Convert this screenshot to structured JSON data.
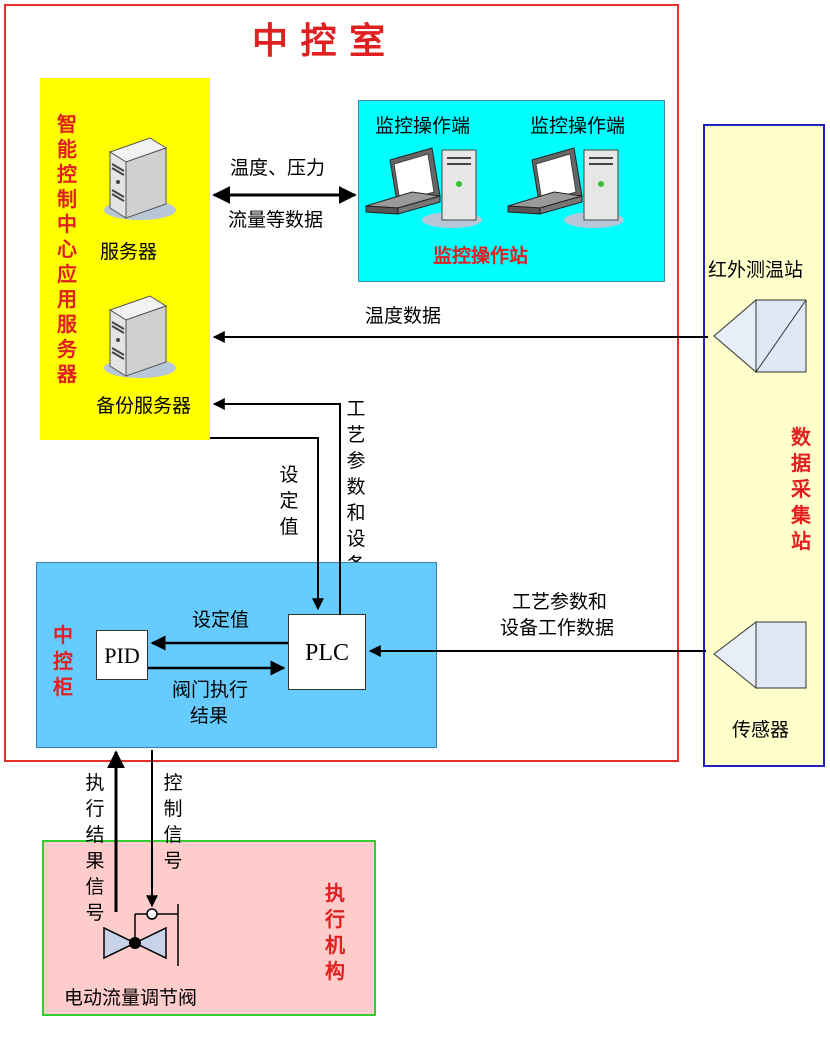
{
  "control_room": {
    "title": "中 控 室"
  },
  "app_server": {
    "vertical_label": "智能控制中心应用服务器",
    "server_label": "服务器",
    "backup_label": "备份服务器"
  },
  "monitor_station": {
    "terminal1_label": "监控操作端",
    "terminal2_label": "监控操作端",
    "station_label": "监控操作站"
  },
  "flows": {
    "server_monitor_line1": "温度、压力",
    "server_monitor_line2": "流量等数据",
    "temperature_data": "温度数据",
    "setpoint_vertical": "设定值",
    "process_params_vertical": "工艺参数和设备工作数据",
    "plc_pid_setpoint": "设定值",
    "valve_result_line1": "阀门执行",
    "valve_result_line2": "结果",
    "sensor_data_line1": "工艺参数和",
    "sensor_data_line2": "设备工作数据",
    "exec_result_signal": "执行结果信号",
    "control_signal": "控制信号"
  },
  "control_cabinet": {
    "vertical_label": "中控柜",
    "pid_label": "PID",
    "plc_label": "PLC"
  },
  "data_station": {
    "vertical_label": "数据采集站",
    "ir_label": "红外测温站",
    "sensor_label": "传感器"
  },
  "actuator": {
    "vertical_label": "执行机构",
    "valve_label": "电动流量调节阀"
  },
  "colors": {
    "control_room_border": "#e8302a",
    "server_box_fill": "#ffff00",
    "monitor_box_fill": "#00ffff",
    "cabinet_fill": "#66ccff",
    "data_station_fill": "#ffffcc",
    "data_station_border": "#2020c0",
    "actuator_fill": "#ffcccc",
    "actuator_border": "#33cc33",
    "label_red": "#e02020"
  }
}
